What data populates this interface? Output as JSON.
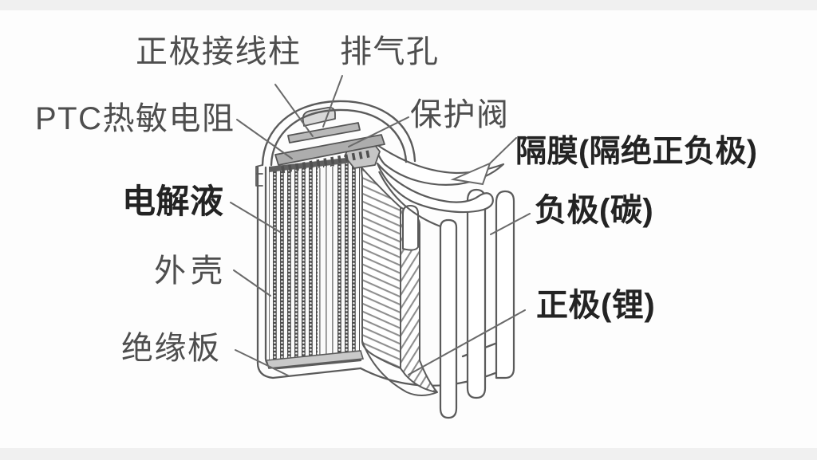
{
  "labels": {
    "terminal": "正极接线柱",
    "vent": "排气孔",
    "ptc": "PTC热敏电阻",
    "valve": "保护阀",
    "separator": "隔膜(隔绝正负极)",
    "electrolyte": "电解液",
    "anode": "负极(碳)",
    "case": "外壳",
    "cathode": "正极(锂)",
    "insulator": "绝缘板"
  },
  "colors": {
    "background": "#fdfdfd",
    "line": "#5b5b5b",
    "leader_line": "#6a6a6a",
    "label_regular": "#4e4e4e",
    "label_bold": "#232323"
  }
}
